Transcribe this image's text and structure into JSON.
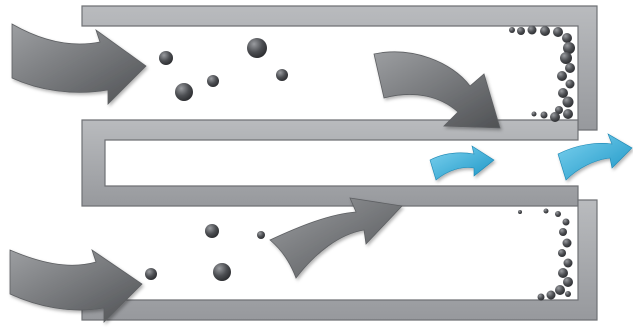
{
  "diagram": {
    "channel_fill": "#a2a4a7",
    "channel_edge": "#6f7175",
    "inflow_arrow_color": "#6b6d70",
    "outflow_arrow_color": "#33b1de",
    "particle_color": "#4a4c50",
    "inflow_arrows": [
      "upper-left-inflow",
      "upper-right-curve",
      "lower-left-inflow",
      "lower-middle-curve"
    ],
    "outflow_arrows": [
      "center-outflow",
      "exit-outflow"
    ],
    "particle_groups": [
      "upper-chamber-particles",
      "upper-wall-deposit",
      "lower-chamber-particles",
      "lower-wall-deposit"
    ]
  }
}
